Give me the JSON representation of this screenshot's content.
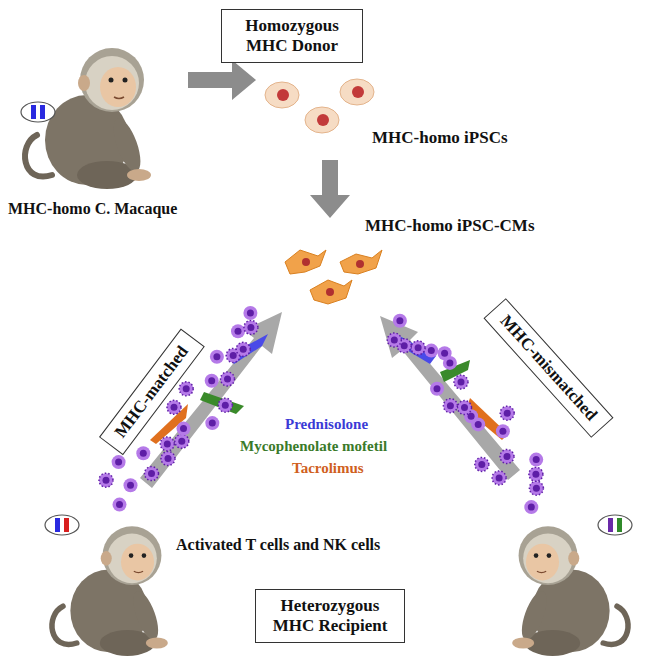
{
  "diagram": {
    "nodes": [
      {
        "text": [
          "Homozygous MHC Donor"
        ]
      },
      {
        "text": [
          "MHC-matched"
        ]
      },
      {
        "text": [
          "MHC-mismatched"
        ]
      },
      {
        "text": [
          "Heterozygous MHC Recipient"
        ]
      }
    ],
    "labels": [
      "MHC-homo C. Macaque",
      "MHC-homo iPSCs",
      "MHC-homo iPSC-CMs",
      "Prednisolone",
      "Mycophenolate mofetil",
      "Tacrolimus",
      "Activated T cells and NK cells"
    ]
  }
}
